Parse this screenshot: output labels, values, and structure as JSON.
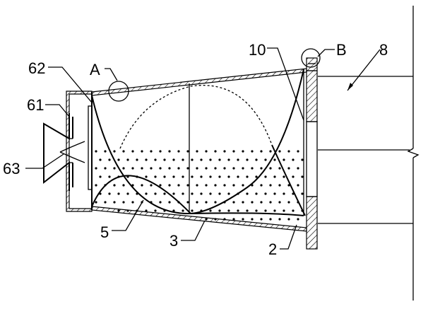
{
  "labels": {
    "part_62": "62",
    "part_61": "61",
    "part_63": "63",
    "part_5": "5",
    "part_3": "3",
    "part_2": "2",
    "part_10": "10",
    "part_8": "8",
    "detail_a": "A",
    "detail_b": "B"
  }
}
